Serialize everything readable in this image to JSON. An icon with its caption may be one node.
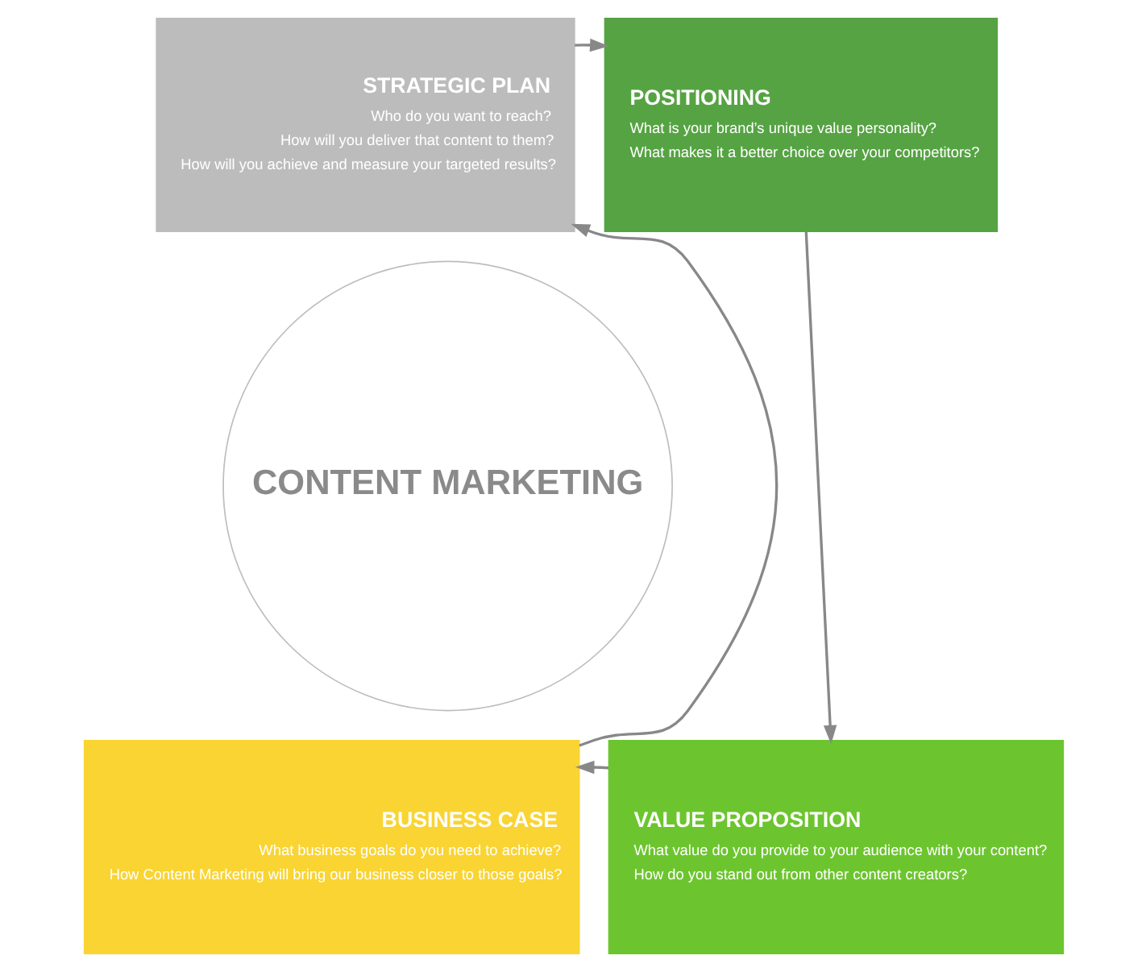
{
  "diagram": {
    "nodes": [
      {
        "text": [
          "CONTENT MARKETING"
        ]
      },
      {
        "text": [
          "STRATEGIC PLAN",
          "Who do you want to reach?",
          "How will you deliver that content to them?",
          "How will you achieve and measure your targeted results?"
        ]
      },
      {
        "text": [
          "POSITIONING",
          "What is your brand’s unique value personality?",
          "What makes it a better choice over your competitors?"
        ]
      },
      {
        "text": [
          "VALUE PROPOSITION",
          "What value do you provide to your audience with your content?",
          "How do you stand out from other content creators?"
        ]
      },
      {
        "text": [
          "BUSINESS CASE",
          "What business goals do you need to achieve?",
          "How Content Marketing will bring our business closer to those goals?"
        ]
      }
    ],
    "edges": [
      {
        "from": 1,
        "to": 2,
        "arrow": "to"
      },
      {
        "from": 2,
        "to": 3,
        "arrow": "to"
      },
      {
        "from": 3,
        "to": 4,
        "arrow": "to"
      },
      {
        "from": 4,
        "to": 1,
        "arrow": "to"
      }
    ]
  }
}
